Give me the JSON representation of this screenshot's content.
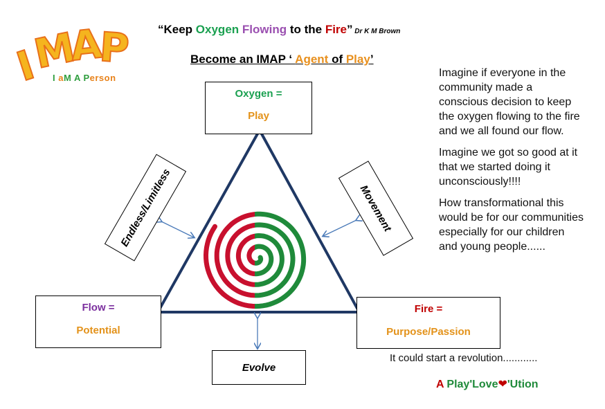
{
  "logo": {
    "word": "IMAP",
    "tagline_parts": [
      "I ",
      "a",
      "M ",
      "A ",
      "P",
      "erson"
    ]
  },
  "title": {
    "open_quote": "“Keep ",
    "oxygen": "Oxygen",
    "space1": " ",
    "flowing": "Flowing",
    "to_the": " to the ",
    "fire": "Fire",
    "close_quote": "”",
    "author": " Dr K M Brown"
  },
  "subtitle": {
    "prefix": "Become an IMAP ‘ ",
    "agent": "Agent",
    "of": " of ",
    "play": "Play",
    "suffix": "’"
  },
  "boxes": {
    "oxygen": {
      "top": "Oxygen  =",
      "bottom": "Play"
    },
    "flow": {
      "top": "Flow =",
      "bottom": "Potential"
    },
    "fire": {
      "top": "Fire =",
      "bottom": "Purpose/Passion"
    },
    "evolve": "Evolve",
    "endless": "Endless/Limitless",
    "movement": "Movement"
  },
  "paragraphs": [
    "Imagine if everyone in the community made a conscious decision to keep the oxygen flowing to the fire and we all found our flow.",
    "Imagine we got so good at it that we started doing it unconsciously!!!!",
    "How transformational this would be for our communities especially for our children and young people......"
  ],
  "revolution": "It could start a revolution............",
  "tagline": {
    "a": "A ",
    "play": "Play'Love",
    "heart": "❤",
    "ution": "'Ution"
  },
  "colors": {
    "triangle": "#1f3864",
    "arrow": "#4a7ab8",
    "spiral_red": "#c8102e",
    "spiral_green": "#1f8a3a"
  }
}
